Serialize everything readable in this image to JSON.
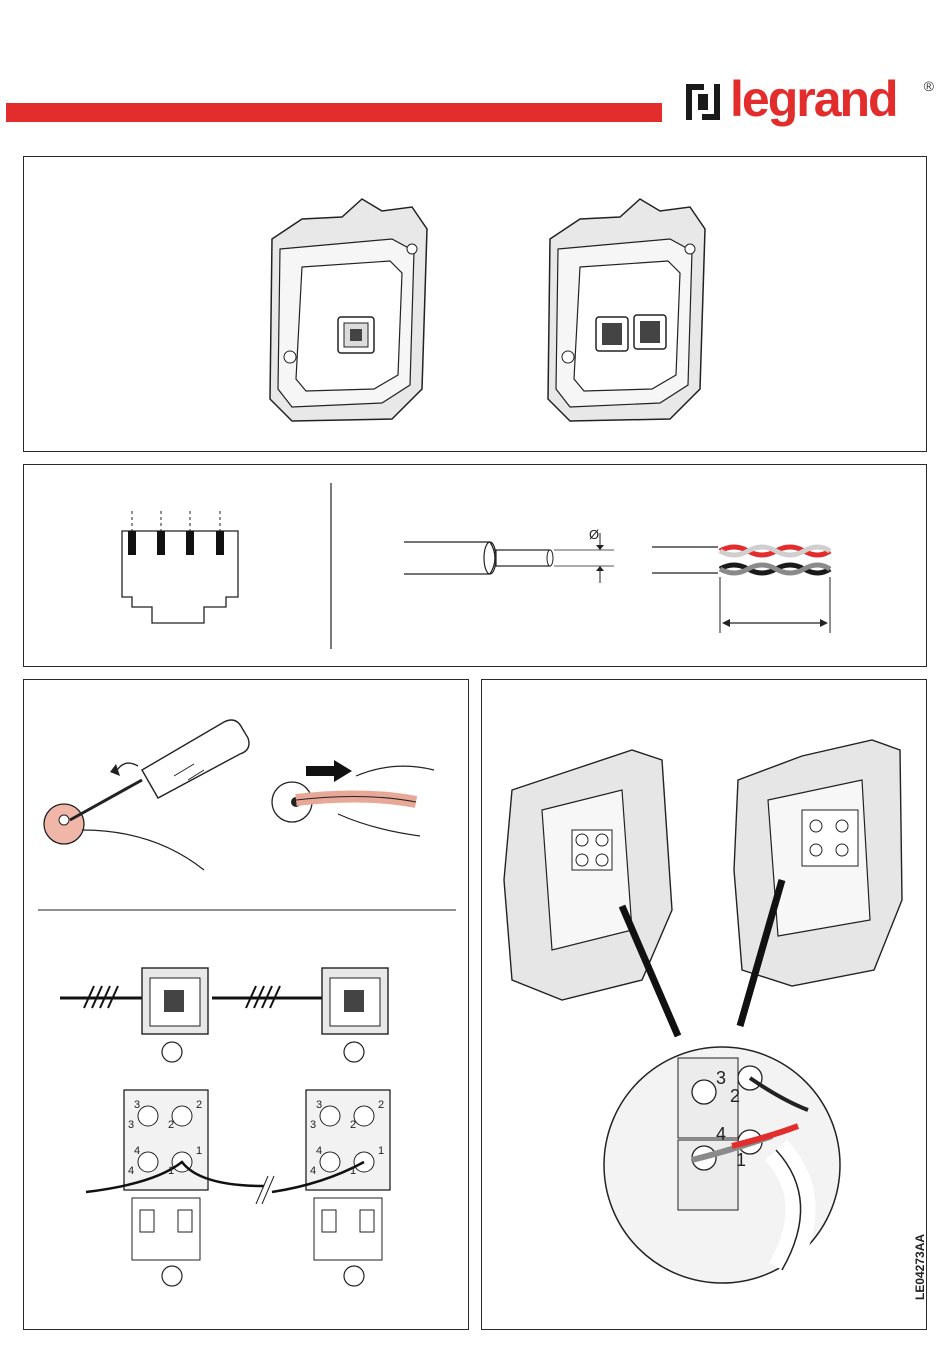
{
  "brand": {
    "name": "legrand",
    "registered_mark": "®",
    "colors": {
      "accent": "#e32c2c",
      "line": "#222222"
    }
  },
  "document": {
    "code": "LE04273AA"
  },
  "rj45": {
    "cable_diameter_symbol": "Ø",
    "pairs": [
      {
        "twist": "red-white",
        "color": "#e32c2c"
      },
      {
        "twist": "black-grey",
        "color": "#222222"
      }
    ]
  },
  "wiring_blocks": {
    "left": {
      "terminals": [
        "3",
        "2",
        "3",
        "2",
        "4",
        "1",
        "4",
        "1"
      ]
    },
    "right": {
      "terminals": [
        "3",
        "2",
        "3",
        "2",
        "4",
        "1",
        "4",
        "1"
      ]
    }
  },
  "zoom_terminals": [
    "3",
    "2",
    "4",
    "1"
  ],
  "icons": [
    "legrand-logo-icon",
    "screwdriver-icon",
    "push-arrow-icon",
    "terminal-screw-icon"
  ]
}
